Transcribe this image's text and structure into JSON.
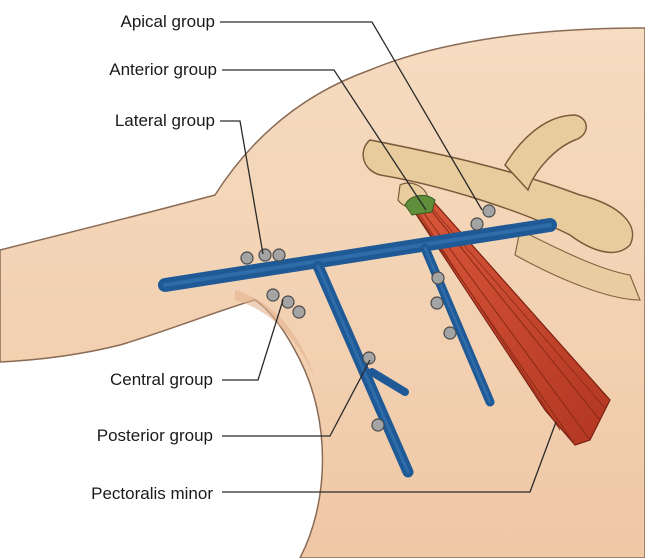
{
  "labels": {
    "apical": "Apical group",
    "anterior": "Anterior group",
    "lateral": "Lateral group",
    "central": "Central group",
    "posterior": "Posterior group",
    "pectoralis": "Pectoralis minor"
  },
  "colors": {
    "skin": "#f3d2b3",
    "skin_shadow": "#e2b390",
    "bone": "#e8c89a",
    "vein": "#1f5a96",
    "vein_dark": "#0f3a6a",
    "node": "#9a9a9a",
    "muscle": "#c8452e",
    "tendon": "#5a8a3a"
  }
}
